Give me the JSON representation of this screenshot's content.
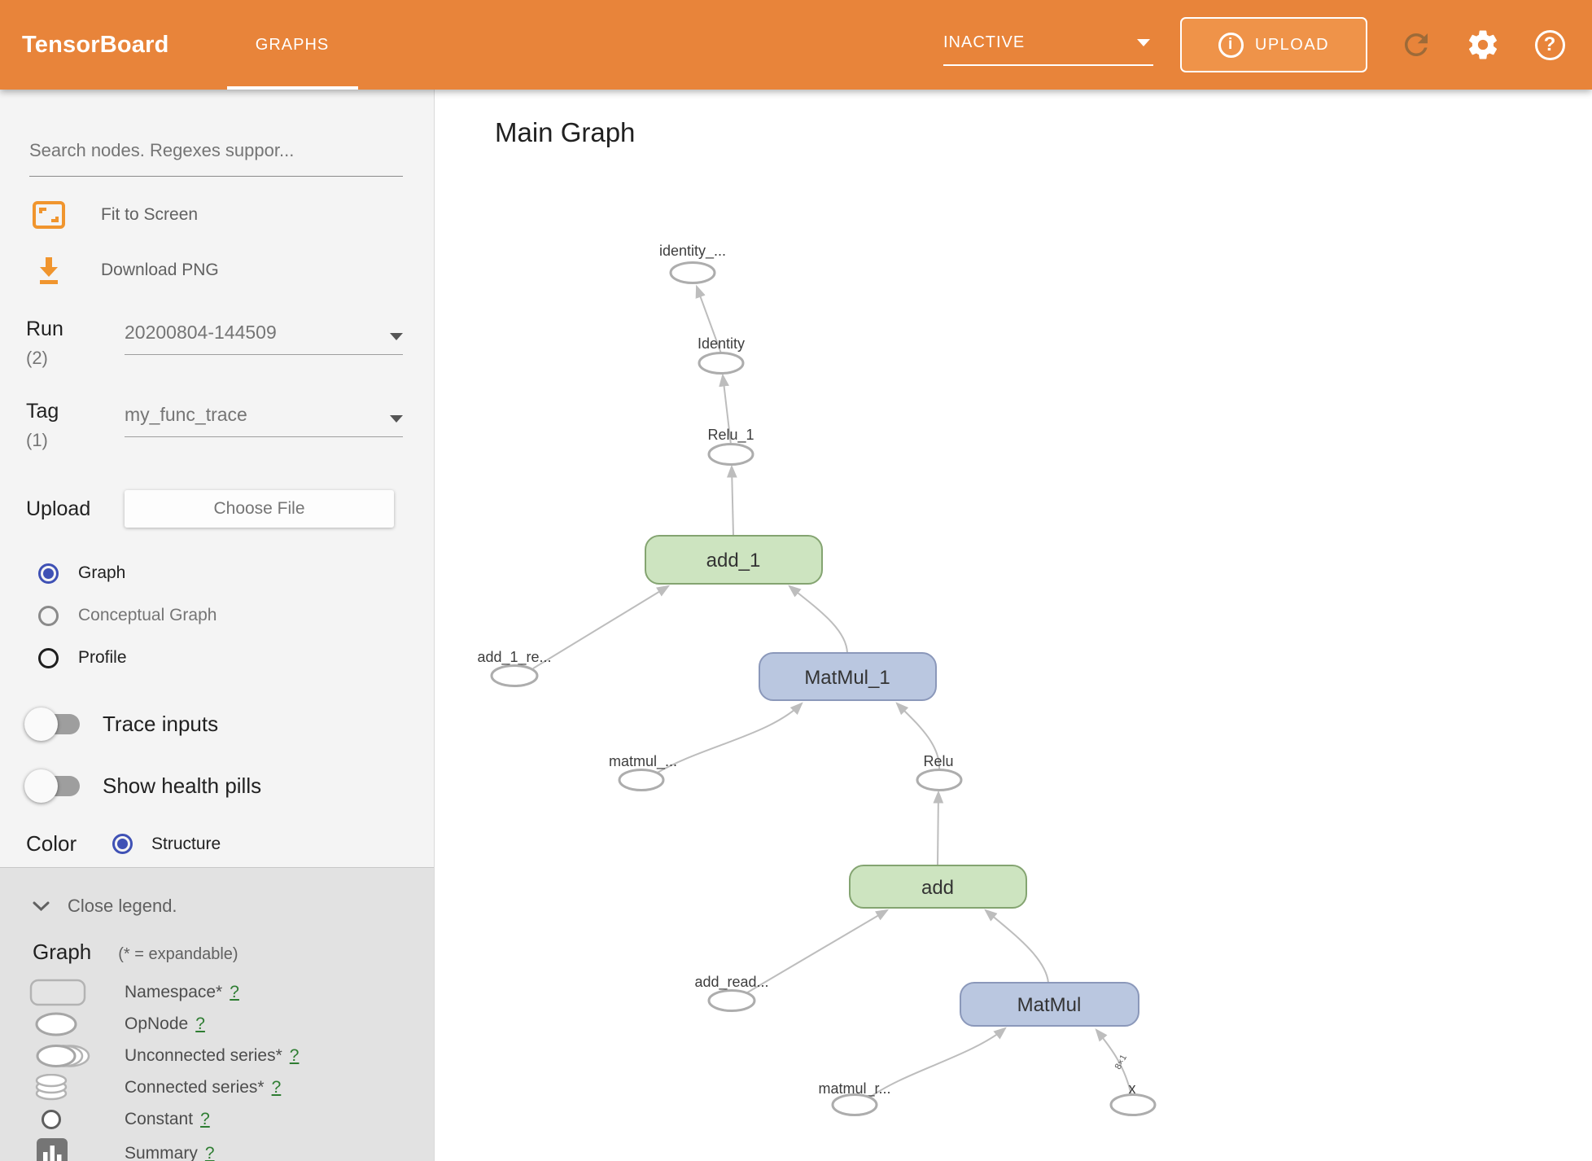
{
  "header": {
    "app_title": "TensorBoard",
    "tab": "GRAPHS",
    "status": "INACTIVE",
    "upload_label": "UPLOAD",
    "info_glyph": "i",
    "help_glyph": "?"
  },
  "sidebar": {
    "search_placeholder": "Search nodes. Regexes suppor...",
    "fit_to_screen": "Fit to Screen",
    "download_png": "Download PNG",
    "run": {
      "label": "Run",
      "count": "(2)",
      "value": "20200804-144509"
    },
    "tag": {
      "label": "Tag",
      "count": "(1)",
      "value": "my_func_trace"
    },
    "upload": {
      "label": "Upload",
      "button": "Choose File"
    },
    "views": [
      {
        "label": "Graph",
        "selected": true
      },
      {
        "label": "Conceptual Graph",
        "selected": false
      },
      {
        "label": "Profile",
        "selected": false
      }
    ],
    "toggles": [
      {
        "label": "Trace inputs",
        "on": false
      },
      {
        "label": "Show health pills",
        "on": false
      }
    ],
    "color": {
      "label": "Color",
      "option": "Structure"
    },
    "legend": {
      "close_label": "Close legend.",
      "heading": "Graph",
      "heading_note": "(* = expandable)",
      "items": [
        {
          "label": "Namespace*",
          "help": "?",
          "swatch": "namespace"
        },
        {
          "label": "OpNode",
          "help": "?",
          "swatch": "opnode"
        },
        {
          "label": "Unconnected series*",
          "help": "?",
          "swatch": "unconnected-series"
        },
        {
          "label": "Connected series*",
          "help": "?",
          "swatch": "connected-series"
        },
        {
          "label": "Constant",
          "help": "?",
          "swatch": "constant"
        },
        {
          "label": "Summary",
          "help": "?",
          "swatch": "summary"
        }
      ]
    }
  },
  "main": {
    "title": "Main Graph",
    "graph": {
      "nodes": [
        {
          "id": "identity_out",
          "label": "identity_...",
          "type": "opnode"
        },
        {
          "id": "Identity",
          "label": "Identity",
          "type": "opnode"
        },
        {
          "id": "Relu_1",
          "label": "Relu_1",
          "type": "opnode"
        },
        {
          "id": "add_1",
          "label": "add_1",
          "type": "function-green"
        },
        {
          "id": "add_1_re",
          "label": "add_1_re...",
          "type": "opnode"
        },
        {
          "id": "MatMul_1",
          "label": "MatMul_1",
          "type": "function-blue"
        },
        {
          "id": "matmul_",
          "label": "matmul_...",
          "type": "opnode"
        },
        {
          "id": "Relu",
          "label": "Relu",
          "type": "opnode"
        },
        {
          "id": "add",
          "label": "add",
          "type": "function-green"
        },
        {
          "id": "add_read",
          "label": "add_read...",
          "type": "opnode"
        },
        {
          "id": "MatMul",
          "label": "MatMul",
          "type": "function-blue"
        },
        {
          "id": "matmul_r",
          "label": "matmul_r...",
          "type": "opnode"
        },
        {
          "id": "x",
          "label": "x",
          "type": "opnode"
        }
      ],
      "edges": [
        {
          "from": "Identity",
          "to": "identity_out"
        },
        {
          "from": "Relu_1",
          "to": "Identity"
        },
        {
          "from": "add_1",
          "to": "Relu_1"
        },
        {
          "from": "add_1_re",
          "to": "add_1"
        },
        {
          "from": "MatMul_1",
          "to": "add_1"
        },
        {
          "from": "matmul_",
          "to": "MatMul_1"
        },
        {
          "from": "Relu",
          "to": "MatMul_1"
        },
        {
          "from": "add",
          "to": "Relu"
        },
        {
          "from": "add_read",
          "to": "add"
        },
        {
          "from": "MatMul",
          "to": "add"
        },
        {
          "from": "matmul_r",
          "to": "MatMul"
        },
        {
          "from": "x",
          "to": "MatMul",
          "label": "8×1"
        }
      ],
      "edge_label": "8×1"
    }
  },
  "colors": {
    "header_orange": "#e8843a",
    "upload_button_orange": "#ef9349",
    "refresh_icon_brown": "#9d6a38",
    "node_green_fill": "#cde4c0",
    "node_green_stroke": "#84a471",
    "node_blue_fill": "#bac7e0",
    "node_blue_stroke": "#8b98ba",
    "radio_blue": "#3f51b5",
    "help_link_green": "#2e7d32",
    "sidebar_bg": "#f4f4f4",
    "legend_bg": "#e2e2e2",
    "edge_gray": "#bdbdbd"
  }
}
